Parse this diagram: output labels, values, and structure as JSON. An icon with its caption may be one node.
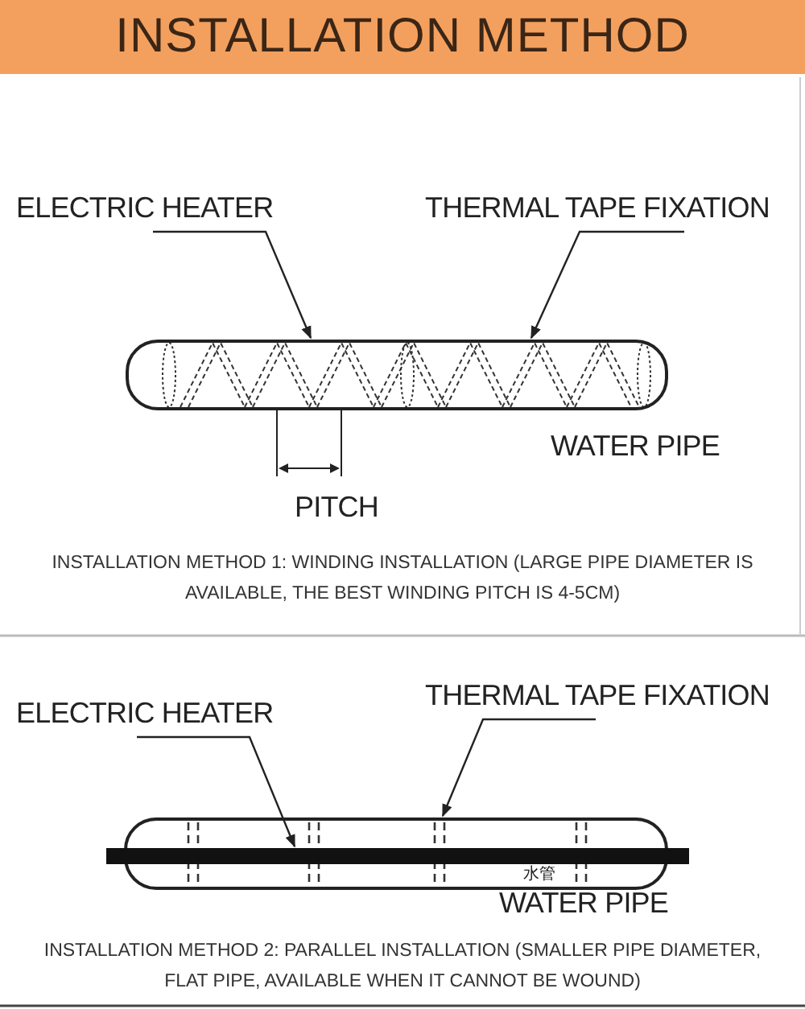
{
  "diagram": {
    "title": "INSTALLATION METHOD",
    "nodes": [
      {
        "text": [
          "ELECTRIC HEATER"
        ]
      },
      {
        "text": [
          "THERMAL TAPE FIXATION"
        ]
      },
      {
        "text": [],
        "shape": "cylinder",
        "beside": [
          "WATER PIPE"
        ]
      },
      {
        "text": [
          "ELECTRIC HEATER"
        ]
      },
      {
        "text": [
          "THERMAL TAPE FIXATION"
        ]
      },
      {
        "text": [
          "水管"
        ],
        "beside": [
          "WATER PIPE"
        ]
      },
      {
        "text": [],
        "shape": "bar"
      }
    ],
    "edges": [
      {
        "from": 0,
        "to": 2,
        "arrow": "to"
      },
      {
        "from": 1,
        "to": 2,
        "arrow": "to"
      },
      {
        "from": 3,
        "to": 6,
        "arrow": "to"
      },
      {
        "from": 4,
        "to": 5,
        "arrow": "to"
      }
    ],
    "labels": [
      "PITCH",
      "INSTALLATION METHOD 1: WINDING INSTALLATION (LARGE PIPE DIAMETER IS AVAILABLE, THE BEST WINDING PITCH IS 4-5CM)",
      "INSTALLATION METHOD 2: PARALLEL INSTALLATION (SMALLER PIPE DIAMETER, FLAT PIPE, AVAILABLE WHEN IT CANNOT BE WOUND)"
    ]
  }
}
